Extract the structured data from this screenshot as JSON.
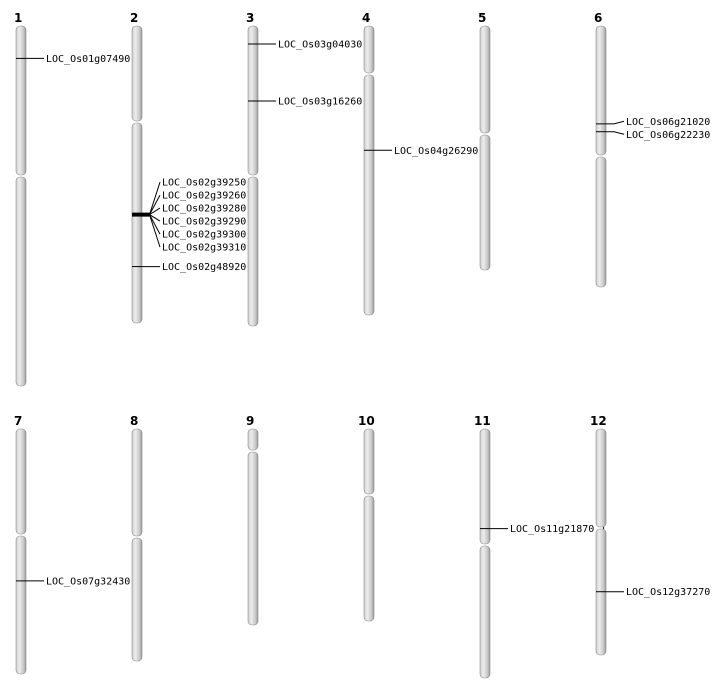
{
  "colors": {
    "chromosome_light": "#e4e4e4",
    "chromosome_dark": "#a6a6a6",
    "outline": "#8a8a8a",
    "marker": "#000000"
  },
  "chromosomes": [
    {
      "label": "1",
      "genes": [
        {
          "name": "LOC_Os01g07490.1",
          "pos": 0.09
        }
      ]
    },
    {
      "label": "2",
      "genes": [
        {
          "name": "LOC_Os02g39250.1",
          "pos": 0.63
        },
        {
          "name": "LOC_Os02g39260.1",
          "pos": 0.632
        },
        {
          "name": "LOC_Os02g39280.1",
          "pos": 0.634
        },
        {
          "name": "LOC_Os02g39290.1",
          "pos": 0.636
        },
        {
          "name": "LOC_Os02g39300.1",
          "pos": 0.638
        },
        {
          "name": "LOC_Os02g39310.1",
          "pos": 0.64
        },
        {
          "name": "LOC_Os02g48920.1",
          "pos": 0.81
        }
      ]
    },
    {
      "label": "3",
      "genes": [
        {
          "name": "LOC_Os03g04030.1",
          "pos": 0.06
        },
        {
          "name": "LOC_Os03g16260.1",
          "pos": 0.25
        }
      ]
    },
    {
      "label": "4",
      "genes": [
        {
          "name": "LOC_Os04g26290.1",
          "pos": 0.43
        }
      ]
    },
    {
      "label": "5",
      "genes": []
    },
    {
      "label": "6",
      "genes": [
        {
          "name": "LOC_Os06g21020.1",
          "pos": 0.375
        },
        {
          "name": "LOC_Os06g22230.1",
          "pos": 0.405
        }
      ]
    },
    {
      "label": "7",
      "genes": [
        {
          "name": "LOC_Os07g32430.1",
          "pos": 0.62
        }
      ]
    },
    {
      "label": "8",
      "genes": []
    },
    {
      "label": "9",
      "genes": []
    },
    {
      "label": "10",
      "genes": []
    },
    {
      "label": "11",
      "genes": [
        {
          "name": "LOC_Os11g21870.1",
          "pos": 0.4
        }
      ]
    },
    {
      "label": "12",
      "genes": [
        {
          "name": "LOC_Os12g37270.1",
          "pos": 0.72
        }
      ]
    }
  ]
}
